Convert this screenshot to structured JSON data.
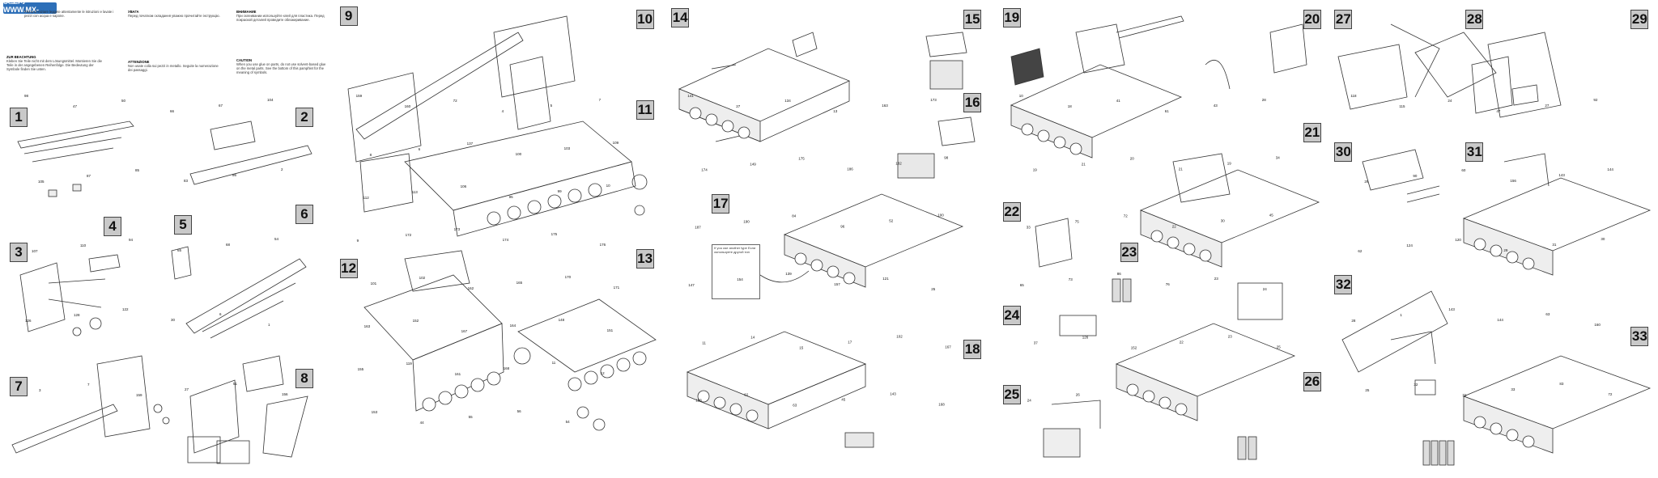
{
  "watermark": "模型网 WWW.MX-YANG.COM",
  "pages": [
    {
      "id": "p1",
      "steps": [
        "1",
        "2",
        "3",
        "4",
        "5",
        "6",
        "7",
        "8"
      ],
      "texts": [
        {
          "h": "",
          "t": "Prima di iniziare leggete attentamente le istruzioni e lavate i pezzi con acqua e sapone."
        },
        {
          "h": "ZUR BEACHTUNG",
          "t": "Kleben Sie Teile nicht mit dem Lösungsmittel. Montieren Sie die Teile in der angegebenen Reihenfolge. Die Bedeutung der Symbole finden Sie unten."
        },
        {
          "h": "УВАГА",
          "t": "Перед початком складання уважно прочитайте інструкцію."
        },
        {
          "h": "ATTENZIONE",
          "t": "Non usate colla sui pezzi in metallo. Seguite la numerazione dei passaggi."
        },
        {
          "h": "ВНИМАНИЕ",
          "t": "При склеивании используйте клей для пластика. Перед покраской деталей проведите обезжиривание."
        },
        {
          "h": "CAUTION",
          "t": "When you use glue on parts, do not use solvent-based glue on the metal parts. See the bottom of this pamphlet for the meaning of symbols."
        }
      ],
      "labels": [
        "98",
        "47",
        "50",
        "66",
        "67",
        "104",
        "105",
        "87",
        "85",
        "83",
        "86",
        "2",
        "107",
        "110",
        "94",
        "65",
        "68",
        "54",
        "126",
        "128",
        "122",
        "30",
        "6",
        "1",
        "3",
        "7",
        "159",
        "27",
        "51",
        "156"
      ]
    },
    {
      "id": "p2",
      "steps": [
        "9",
        "10",
        "11",
        "12",
        "13"
      ],
      "labels": [
        "159",
        "160",
        "72",
        "4",
        "5",
        "7",
        "8",
        "6",
        "137",
        "100",
        "103",
        "109",
        "112",
        "113",
        "106",
        "95",
        "99",
        "10",
        "9",
        "172",
        "173",
        "174",
        "175",
        "176",
        "101",
        "102",
        "162",
        "165",
        "170",
        "171",
        "163",
        "152",
        "167",
        "164",
        "148",
        "151",
        "155",
        "119",
        "161",
        "168",
        "11",
        "12",
        "153",
        "44",
        "55",
        "56",
        "54"
      ]
    },
    {
      "id": "p3",
      "steps": [
        "14",
        "15",
        "16",
        "17",
        "18"
      ],
      "note": "If you use another type\nЕсли используете\nдругой тип",
      "labels": [
        "141",
        "27",
        "134",
        "13",
        "163",
        "173",
        "174",
        "149",
        "175",
        "186",
        "182",
        "98",
        "187",
        "190",
        "84",
        "96",
        "52",
        "100",
        "147",
        "154",
        "139",
        "157",
        "121",
        "25",
        "11",
        "14",
        "15",
        "17",
        "102",
        "167",
        "153",
        "62",
        "63",
        "45",
        "143",
        "168"
      ]
    },
    {
      "id": "p4",
      "steps": [
        "19",
        "20",
        "21",
        "22",
        "23",
        "24",
        "25",
        "26"
      ],
      "labels": [
        "10",
        "18",
        "41",
        "61",
        "43",
        "28",
        "19",
        "21",
        "20",
        "21",
        "19",
        "34",
        "33",
        "75",
        "72",
        "22",
        "30",
        "45",
        "65",
        "73",
        "86",
        "76",
        "23",
        "24",
        "37",
        "126",
        "152",
        "22",
        "23",
        "25",
        "24",
        "26"
      ]
    },
    {
      "id": "p5",
      "steps": [
        "27",
        "28",
        "29",
        "30",
        "31",
        "32",
        "33"
      ],
      "labels": [
        "118",
        "115",
        "24",
        "47",
        "27",
        "92",
        "29",
        "90",
        "60",
        "156",
        "143",
        "144",
        "62",
        "124",
        "120",
        "29",
        "31",
        "30",
        "28",
        "1",
        "143",
        "144",
        "63",
        "160",
        "25",
        "32",
        "31",
        "33",
        "83",
        "72"
      ]
    }
  ]
}
